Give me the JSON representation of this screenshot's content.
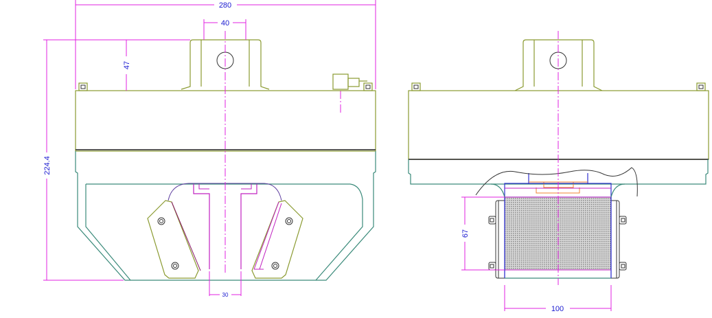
{
  "dimensions": {
    "overall_width": "280",
    "top_block_width": "40",
    "top_block_height": "47",
    "overall_height": "224.4",
    "slot_width": "30",
    "pad_height": "67",
    "pad_width": "100"
  },
  "colors": {
    "dimension": "#e020e0",
    "dimension_text": "#1a1ad0",
    "body": "#3a8a7a",
    "outline": "#8a9a30"
  }
}
